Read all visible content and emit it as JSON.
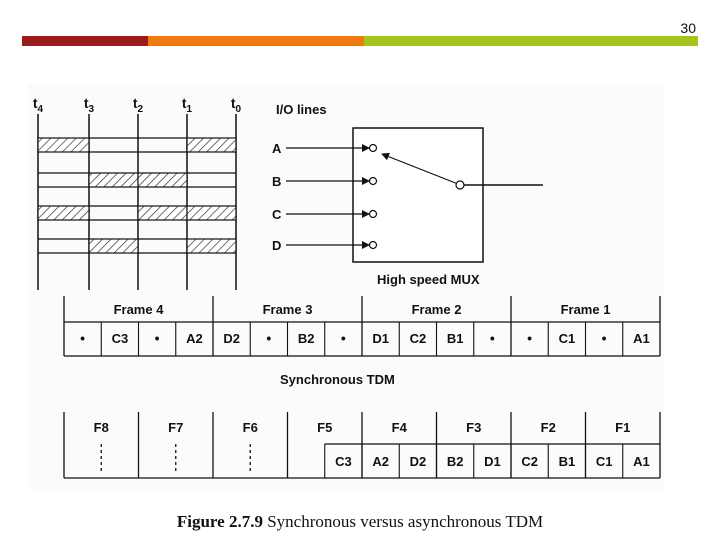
{
  "slide_number": "30",
  "accent_colors": [
    "#9b1b1b",
    "#f07a10",
    "#a6c51a"
  ],
  "timeline": {
    "time_labels": [
      {
        "base": "t",
        "sub": "4"
      },
      {
        "base": "t",
        "sub": "3"
      },
      {
        "base": "t",
        "sub": "2"
      },
      {
        "base": "t",
        "sub": "1"
      },
      {
        "base": "t",
        "sub": "0"
      }
    ]
  },
  "mux": {
    "io_title": "I/O lines",
    "lines": [
      "A",
      "B",
      "C",
      "D"
    ],
    "label": "High speed MUX"
  },
  "sync_tdm": {
    "frames": [
      "Frame 4",
      "Frame 3",
      "Frame 2",
      "Frame 1"
    ],
    "slots": [
      "•",
      "C3",
      "•",
      "A2",
      "D2",
      "•",
      "B2",
      "•",
      "D1",
      "C2",
      "B1",
      "•",
      "•",
      "C1",
      "•",
      "A1"
    ],
    "label": "Synchronous TDM"
  },
  "async_tdm": {
    "frames": [
      "F8",
      "F7",
      "F6",
      "F5",
      "F4",
      "F3",
      "F2",
      "F1"
    ],
    "slots": [
      "C3",
      "A2",
      "D2",
      "B2",
      "D1",
      "C2",
      "B1",
      "C1",
      "A1"
    ]
  },
  "caption": {
    "number": "Figure 2.7.9",
    "text": "Synchronous versus asynchronous TDM"
  }
}
